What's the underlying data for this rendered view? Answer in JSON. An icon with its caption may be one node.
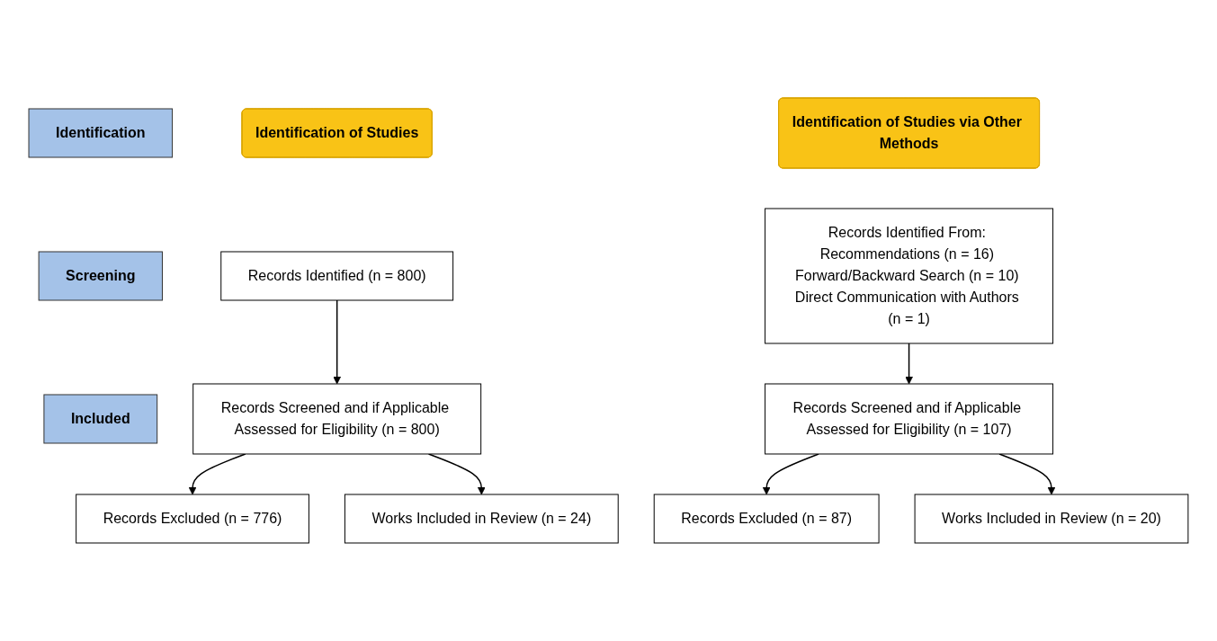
{
  "diagram": {
    "nodes": [
      {
        "text": [
          "Identification of Studies"
        ]
      },
      {
        "text": [
          "Identification of Studies via Other Methods"
        ]
      },
      {
        "text": [
          "Identification"
        ]
      },
      {
        "text": [
          "Screening"
        ]
      },
      {
        "text": [
          "Included"
        ]
      },
      {
        "text": [
          "Records Identified (n = 800)"
        ]
      },
      {
        "text": [
          "Records Screened and if Applicable Assessed for Eligibility (n = 800)"
        ]
      },
      {
        "text": [
          "Records Excluded (n = 776)"
        ]
      },
      {
        "text": [
          "Works Included in Review (n = 24)"
        ]
      },
      {
        "text": [
          "Records Identified From: Recommendations (n = 16) Forward/Backward Search (n = 10) Direct Communication with Authors (n = 1)"
        ]
      },
      {
        "text": [
          "Records Screened and if Applicable Assessed for Eligibility (n = 107)"
        ]
      },
      {
        "text": [
          "Records Excluded (n = 87)"
        ]
      },
      {
        "text": [
          "Works Included in Review (n = 20)"
        ]
      }
    ],
    "edges": [
      {
        "from": 5,
        "to": 6,
        "arrow": "to"
      },
      {
        "from": 6,
        "to": 7,
        "arrow": "to"
      },
      {
        "from": 6,
        "to": 8,
        "arrow": "to"
      },
      {
        "from": 9,
        "to": 10,
        "arrow": "to"
      },
      {
        "from": 10,
        "to": 11,
        "arrow": "to"
      },
      {
        "from": 10,
        "to": 12,
        "arrow": "to"
      }
    ]
  }
}
